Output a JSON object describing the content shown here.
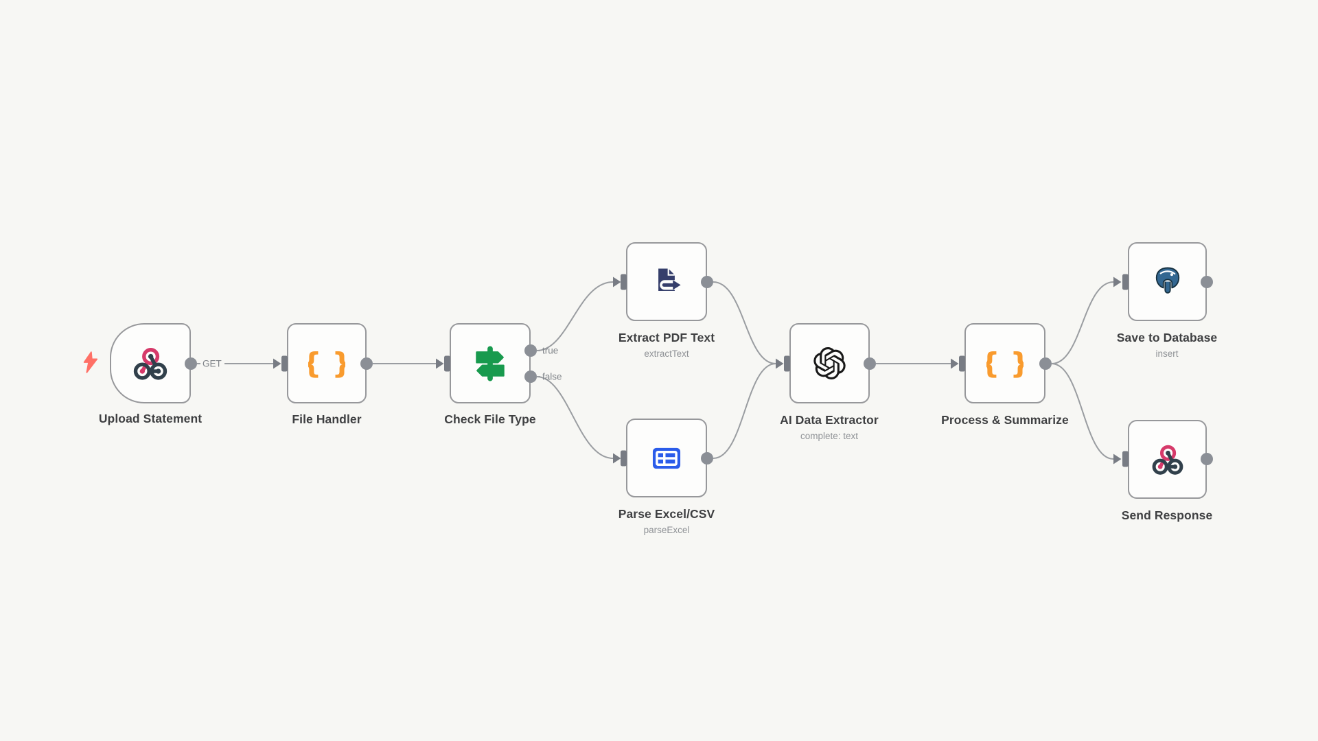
{
  "workflow": {
    "nodes": [
      {
        "name": "Upload Statement",
        "icon": "webhook-icon",
        "trigger": true
      },
      {
        "name": "File Handler",
        "icon": "code-braces-icon"
      },
      {
        "name": "Check File Type",
        "icon": "switch-signpost-icon",
        "outputs": [
          "true",
          "false"
        ]
      },
      {
        "name": "Extract PDF Text",
        "sublabel": "extractText",
        "icon": "extract-file-icon"
      },
      {
        "name": "Parse Excel/CSV",
        "sublabel": "parseExcel",
        "icon": "spreadsheet-icon"
      },
      {
        "name": "AI Data Extractor",
        "sublabel": "complete: text",
        "icon": "openai-icon"
      },
      {
        "name": "Process & Summarize",
        "icon": "code-braces-icon"
      },
      {
        "name": "Save to Database",
        "sublabel": "insert",
        "icon": "postgresql-icon"
      },
      {
        "name": "Send Response",
        "icon": "webhook-icon"
      }
    ],
    "connections": [
      {
        "from": "Upload Statement",
        "to": "File Handler",
        "label": "GET"
      },
      {
        "from": "File Handler",
        "to": "Check File Type"
      },
      {
        "from": "Check File Type",
        "to": "Extract PDF Text",
        "label": "true"
      },
      {
        "from": "Check File Type",
        "to": "Parse Excel/CSV",
        "label": "false"
      },
      {
        "from": "Extract PDF Text",
        "to": "AI Data Extractor"
      },
      {
        "from": "Parse Excel/CSV",
        "to": "AI Data Extractor"
      },
      {
        "from": "AI Data Extractor",
        "to": "Process & Summarize"
      },
      {
        "from": "Process & Summarize",
        "to": "Save to Database"
      },
      {
        "from": "Process & Summarize",
        "to": "Send Response"
      }
    ],
    "colors": {
      "background": "#f7f7f4",
      "node_border": "#97989b",
      "wire": "#9a9da1",
      "trigger_bolt": "#ff7066",
      "webhook_pink": "#d63a6a",
      "webhook_dark": "#31404b",
      "braces_orange": "#f99b2e",
      "switch_green": "#189a4e",
      "extract_navy": "#353e6b",
      "spreadsheet_blue": "#2b5cea",
      "openai_black": "#191919",
      "postgres_blue": "#336791"
    }
  }
}
